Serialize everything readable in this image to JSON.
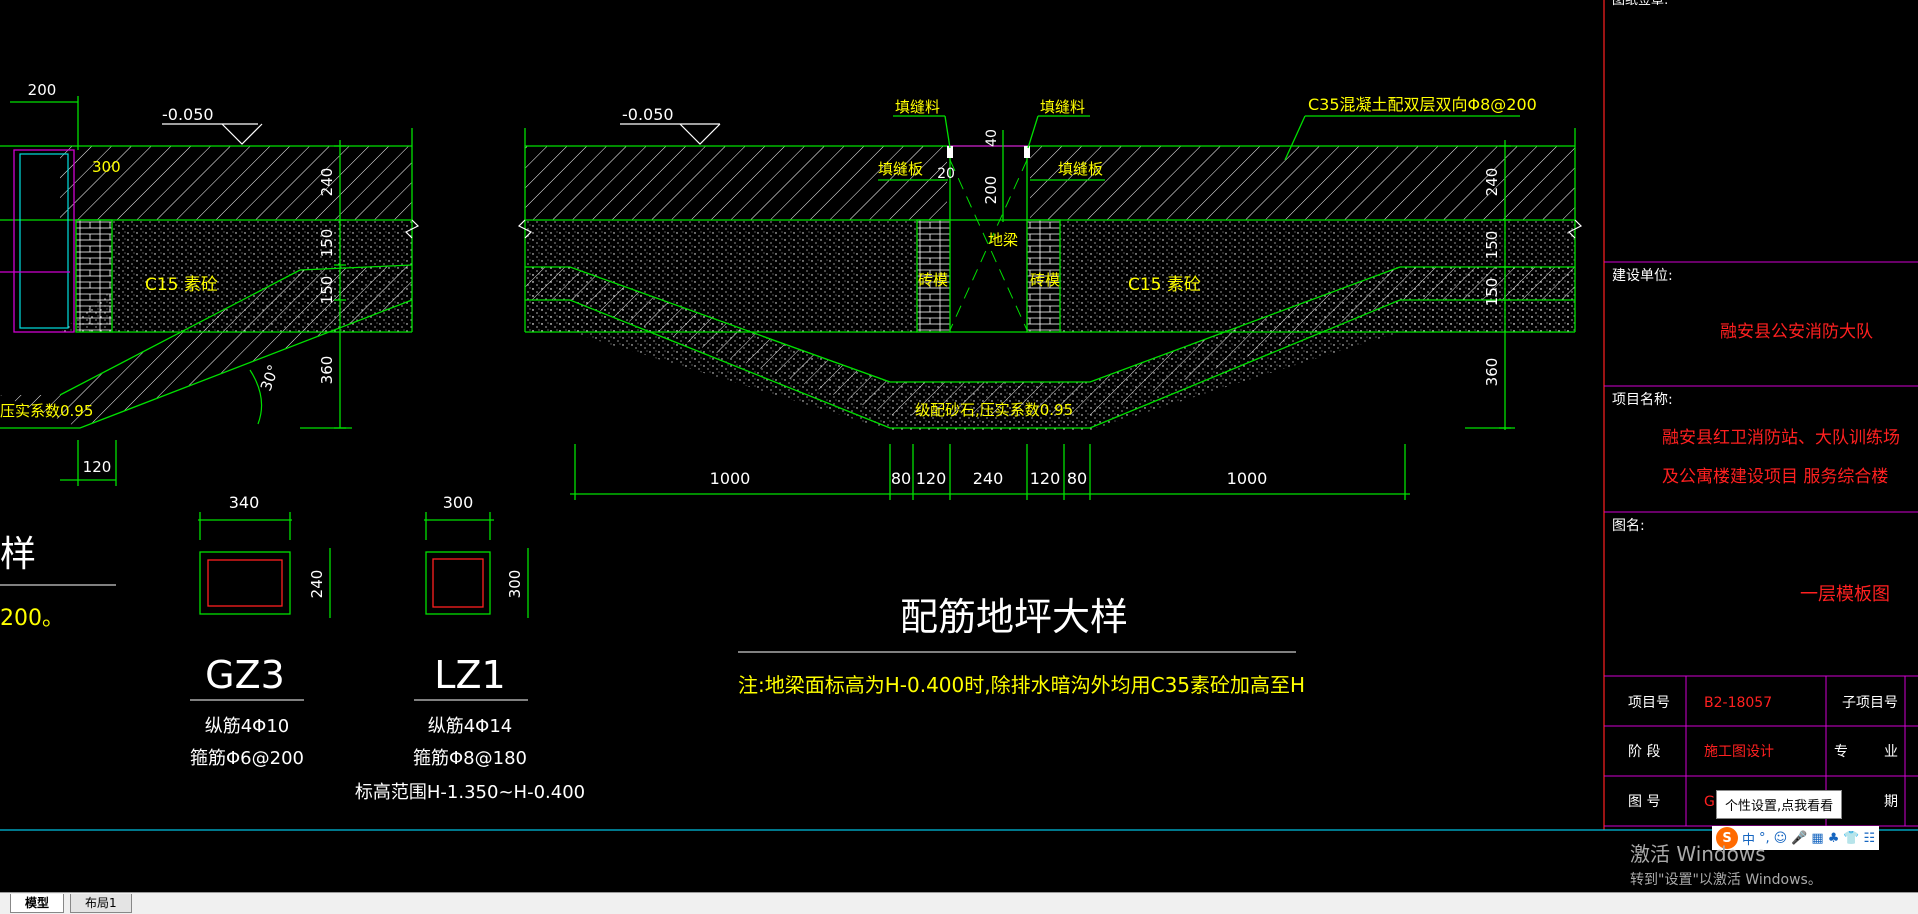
{
  "left_detail": {
    "dim_200": "200",
    "elev": "-0.050",
    "dim_300": "300",
    "dim_240": "240",
    "dim_150a": "150",
    "dim_150b": "150",
    "dim_360": "360",
    "c15": "C15 素砼",
    "compact": "压实系数0.95",
    "angle": "30°",
    "dim_120": "120",
    "partial_title": "样",
    "partial_note": "200。"
  },
  "right_detail": {
    "elev": "-0.050",
    "fill_left": "填缝料",
    "fill_right": "填缝料",
    "board_left": "填缝板",
    "board_right": "填缝板",
    "c35": "C35混凝土配双层双向Φ8@200",
    "d40": "40",
    "d20": "20",
    "d200": "200",
    "d240": "240",
    "d150a": "150",
    "d150b": "150",
    "d360": "360",
    "brick_left": "砖模",
    "brick_right": "砖模",
    "beam": "地梁",
    "c15": "C15 素砼",
    "gravel": "级配砂石,压实系数0.95",
    "dims_bottom": [
      "1000",
      "80",
      "120",
      "240",
      "120",
      "80",
      "1000"
    ],
    "title": "配筋地坪大样",
    "note": "注:地梁面标高为H-0.400时,除排水暗沟外均用C35素砼加高至H"
  },
  "gz3": {
    "w": "340",
    "h": "240",
    "name": "GZ3",
    "line1": "纵筋4Φ10",
    "line2": "箍筋Φ6@200"
  },
  "lz1": {
    "w": "300",
    "h": "300",
    "name": "LZ1",
    "line1": "纵筋4Φ14",
    "line2": "箍筋Φ8@180",
    "line3": "标高范围H-1.350~H-0.400"
  },
  "title_block": {
    "top_label": "图纸签章:",
    "builder_label": "建设单位:",
    "builder": "融安县公安消防大队",
    "project_label": "项目名称:",
    "project_1": "融安县红卫消防站、大队训练场",
    "project_2": "及公寓楼建设项目   服务综合楼",
    "drawing_label": "图名:",
    "drawing_name": "一层模板图",
    "rows": [
      {
        "label": "项目号",
        "value": "B2-18057",
        "right_label": "子项目号",
        "right_value": ""
      },
      {
        "label": "阶   段",
        "value": "施工图设计",
        "right_label": "专",
        "right_value": "业"
      },
      {
        "label": "图   号",
        "value": "G",
        "right_label": "",
        "right_value": "期"
      }
    ]
  },
  "tooltip": "个性设置,点我看看",
  "tray": {
    "logo": "S",
    "items": [
      "中",
      "°,",
      "☺",
      "🎤",
      "▦",
      "♣",
      "👕",
      "☷"
    ]
  },
  "activate": {
    "line1": "激活 Windows",
    "line2": "转到\"设置\"以激活 Windows。"
  },
  "tabs": [
    {
      "label": "模型",
      "active": true
    },
    {
      "label": "布局1",
      "active": false
    }
  ]
}
